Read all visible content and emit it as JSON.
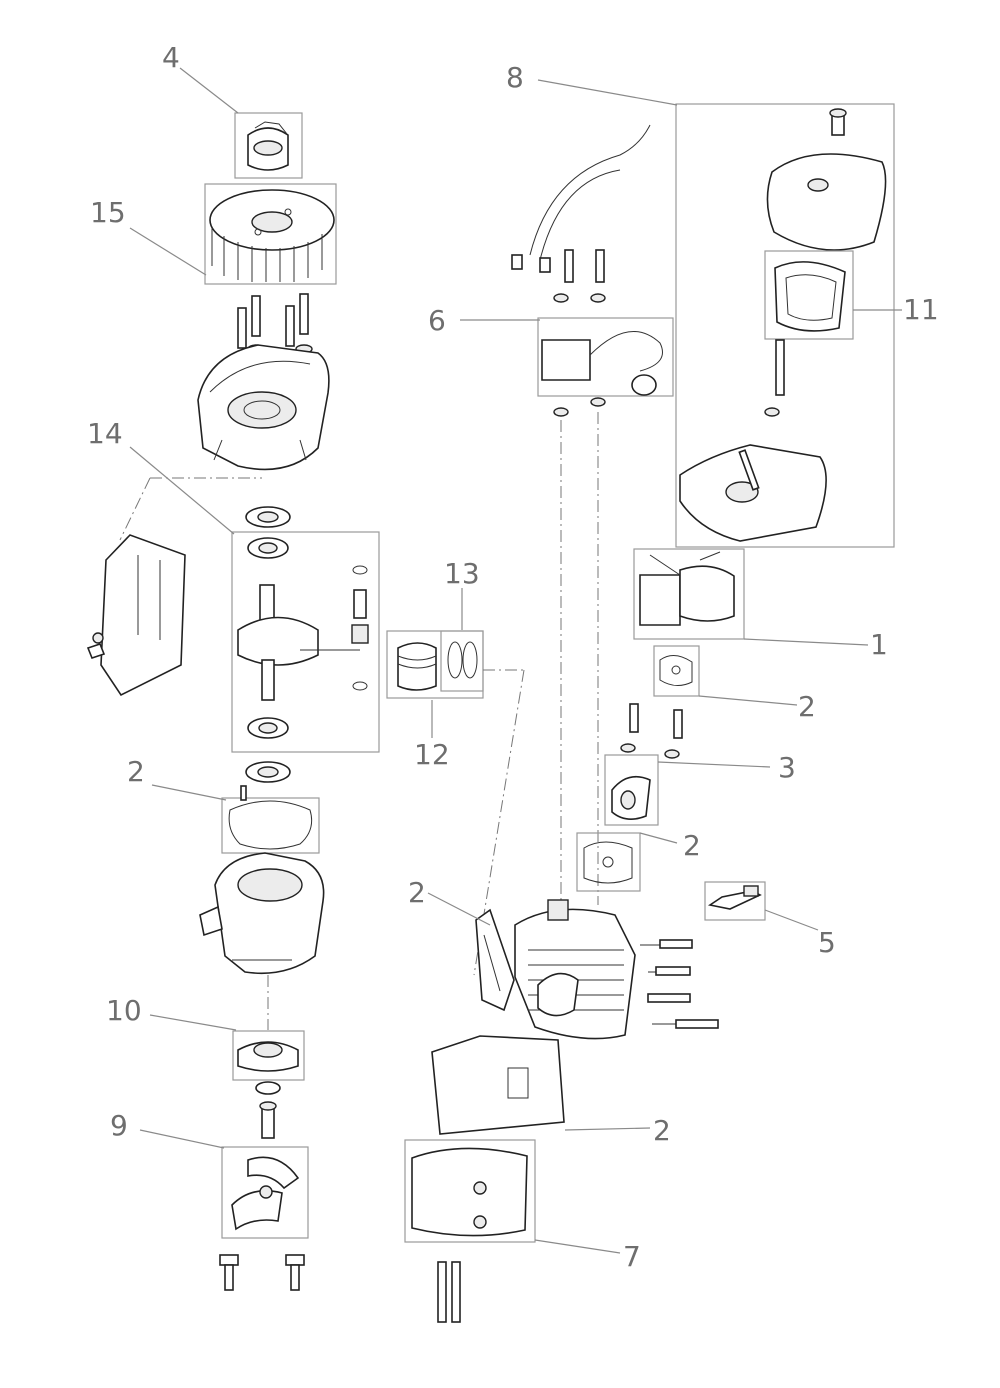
{
  "callouts": {
    "c4": "4",
    "c15": "15",
    "c14": "14",
    "c2_left": "2",
    "c10": "10",
    "c9": "9",
    "c8": "8",
    "c6": "6",
    "c11": "11",
    "c1": "1",
    "c2_carb": "2",
    "c3": "3",
    "c2_intake": "2",
    "c5": "5",
    "c2_cyl": "2",
    "c13": "13",
    "c12": "12",
    "c2_muffler": "2",
    "c7": "7"
  }
}
